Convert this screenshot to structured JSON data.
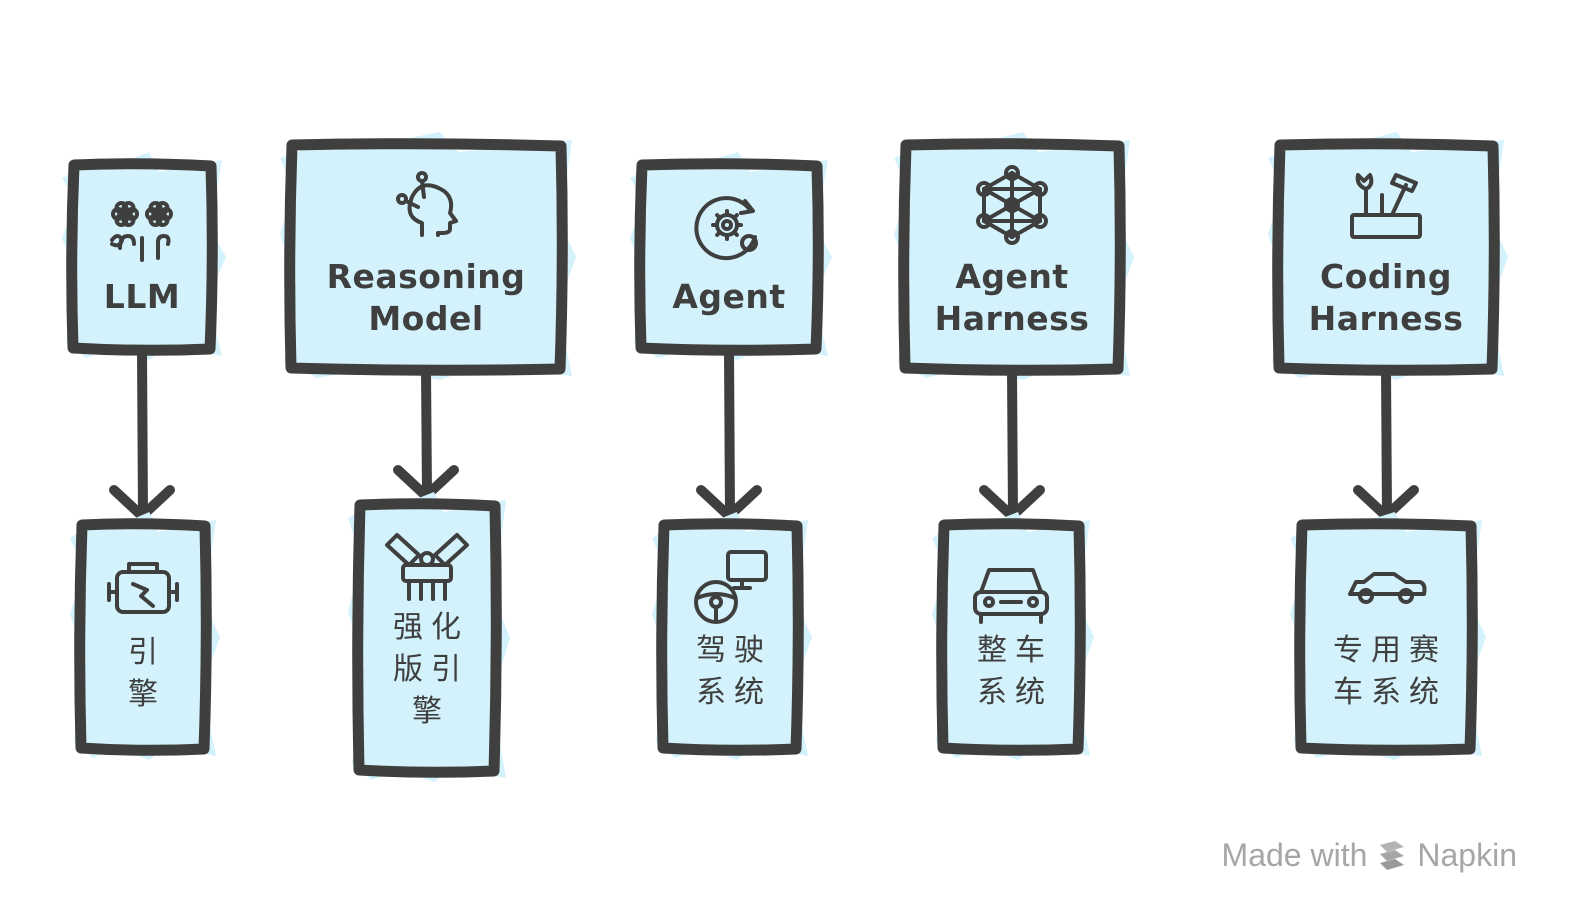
{
  "diagram": {
    "columns": [
      {
        "top": {
          "lines": [
            "LLM"
          ],
          "icon": "flowers-sprouting-icon"
        },
        "bottom": {
          "lines": [
            "引",
            "擎"
          ],
          "icon": "engine-icon"
        }
      },
      {
        "top": {
          "lines": [
            "Reasoning",
            "Model"
          ],
          "icon": "head-thinking-icon"
        },
        "bottom": {
          "lines": [
            "强化",
            "版引",
            "擎"
          ],
          "icon": "v-engine-icon"
        }
      },
      {
        "top": {
          "lines": [
            "Agent"
          ],
          "icon": "gear-cycle-icon"
        },
        "bottom": {
          "lines": [
            "驾驶",
            "系统"
          ],
          "icon": "steering-wheel-monitor-icon"
        }
      },
      {
        "top": {
          "lines": [
            "Agent",
            "Harness"
          ],
          "icon": "network-node-icon"
        },
        "bottom": {
          "lines": [
            "整车",
            "系统"
          ],
          "icon": "car-front-icon"
        }
      },
      {
        "top": {
          "lines": [
            "Coding",
            "Harness"
          ],
          "icon": "toolbox-icon"
        },
        "bottom": {
          "lines": [
            "专用赛",
            "车系统"
          ],
          "icon": "race-car-icon"
        }
      }
    ]
  },
  "watermark": {
    "prefix": "Made with",
    "brand": "Napkin"
  }
}
